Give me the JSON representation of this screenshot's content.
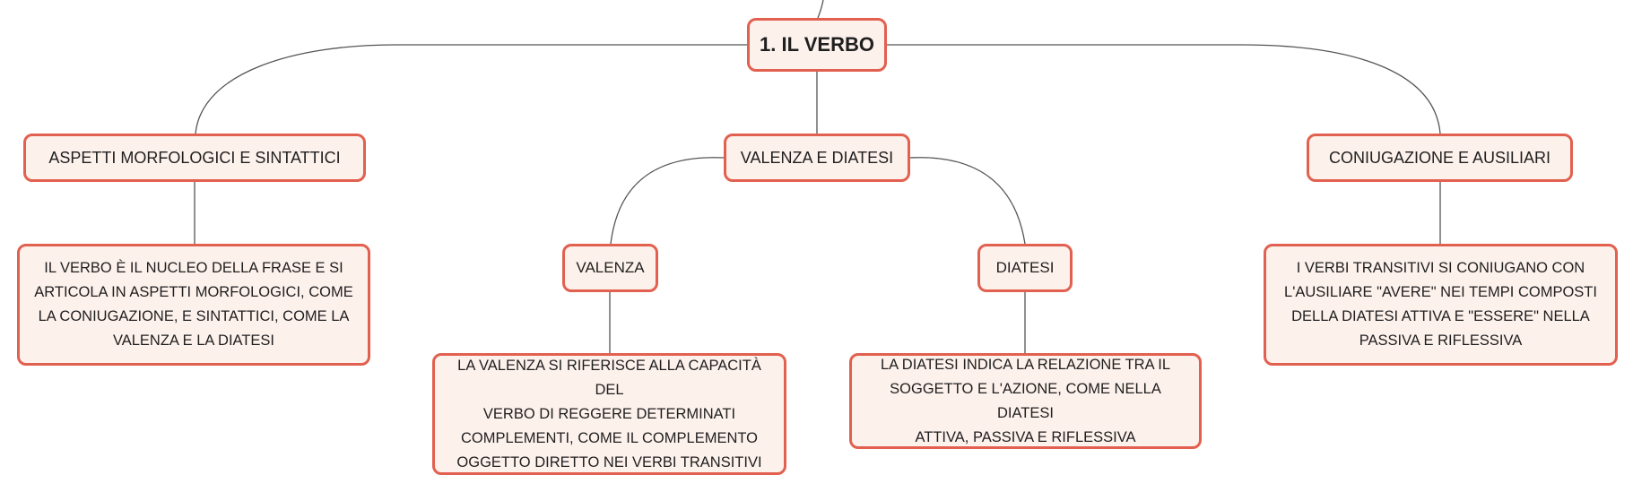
{
  "diagram": {
    "root": {
      "label": "1. IL VERBO"
    },
    "topics": {
      "aspetti": "ASPETTI MORFOLOGICI E SINTATTICI",
      "valenza_diatesi": "VALENZA E DIATESI",
      "coniugazione": "CONIUGAZIONE E AUSILIARI"
    },
    "subtopics": {
      "valenza": "VALENZA",
      "diatesi": "DIATESI"
    },
    "leaves": {
      "aspetti": [
        "IL VERBO È IL NUCLEO DELLA FRASE E SI",
        "ARTICOLA IN ASPETTI MORFOLOGICI, COME",
        "LA CONIUGAZIONE, E SINTATTICI, COME LA",
        "VALENZA E LA DIATESI"
      ],
      "coniugazione": [
        "I VERBI TRANSITIVI SI CONIUGANO CON",
        "L'AUSILIARE \"AVERE\" NEI TEMPI COMPOSTI",
        "DELLA DIATESI ATTIVA E \"ESSERE\" NELLA",
        "PASSIVA E RIFLESSIVA"
      ],
      "valenza": [
        "LA VALENZA SI RIFERISCE ALLA CAPACITÀ DEL",
        "VERBO DI REGGERE DETERMINATI",
        "COMPLEMENTI, COME IL COMPLEMENTO",
        "OGGETTO DIRETTO NEI VERBI TRANSITIVI"
      ],
      "diatesi": [
        "LA DIATESI INDICA LA RELAZIONE TRA IL",
        "SOGGETTO E L'AZIONE, COME NELLA DIATESI",
        "ATTIVA, PASSIVA E RIFLESSIVA"
      ]
    },
    "colors": {
      "node_border": "#e2604f",
      "node_fill": "#fdf1ec",
      "connector": "#555555",
      "text": "#1f1f1f"
    }
  }
}
